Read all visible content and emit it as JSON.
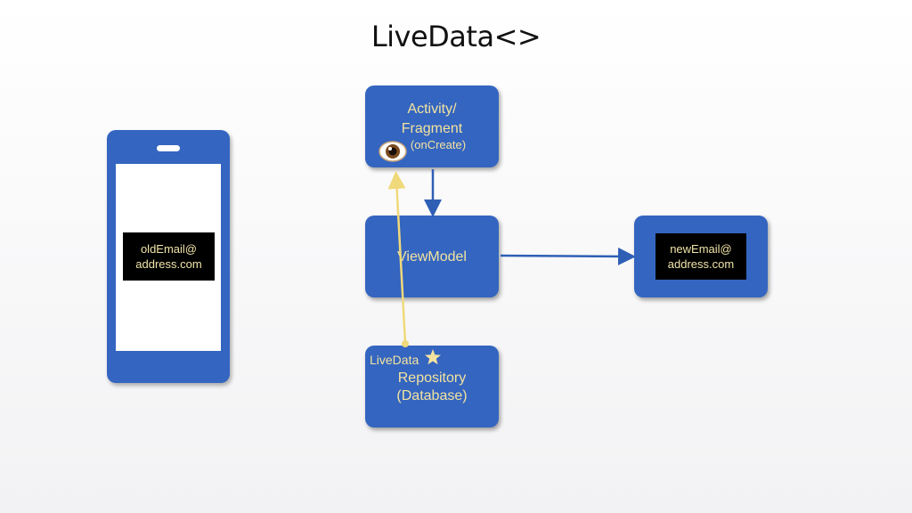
{
  "title": "LiveData<>",
  "phone": {
    "email_line1": "oldEmail@",
    "email_line2": "address.com"
  },
  "activity": {
    "line1": "Activity/",
    "line2": "Fragment",
    "line3": "(onCreate)",
    "observer_icon": "eye-icon"
  },
  "viewmodel": {
    "label": "ViewModel"
  },
  "repository": {
    "tag": "LiveData",
    "tag_icon": "star-icon",
    "line1": "Repository",
    "line2": "(Database)"
  },
  "new_email": {
    "line1": "newEmail@",
    "line2": "address.com"
  },
  "colors": {
    "box": "#3465c0",
    "text": "#f3e3a0",
    "yellow_arrow": "#f0d97a",
    "blue_arrow": "#2f5fb5"
  }
}
